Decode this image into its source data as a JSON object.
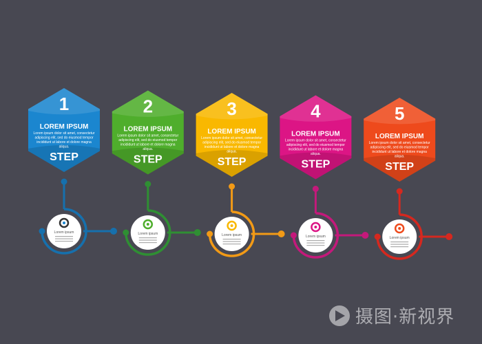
{
  "steps": [
    {
      "number": "1",
      "title": "LOREM IPSUM",
      "body": "Lorem ipsum dolor sit amet, consectetur adipiscing elit, sed do eiusmod tempor incididunt ut labore et dolore magna aliqua.",
      "step_label": "STEP",
      "icon": "gear-wrench-icon",
      "circle_title": "Lorem ipsum",
      "color": "#1b86cf",
      "ring_color": "#1670ad"
    },
    {
      "number": "2",
      "title": "LOREM IPSUM",
      "body": "Lorem ipsum dolor sit amet, consectetur adipiscing elit, sed do eiusmod tempor incididunt ut labore et dolore magna aliqua.",
      "step_label": "STEP",
      "icon": "chart-monitor-icon",
      "circle_title": "Lorem ipsum",
      "color": "#4fae2c",
      "ring_color": "#2f8f33"
    },
    {
      "number": "3",
      "title": "LOREM IPSUM",
      "body": "Lorem ipsum dolor sit amet, consectetur adipiscing elit, sed do eiusmod tempor incididunt ut labore et dolore magna aliqua.",
      "step_label": "STEP",
      "icon": "lightbulb-icon",
      "circle_title": "Lorem ipsum",
      "color": "#f9b800",
      "ring_color": "#f29a16"
    },
    {
      "number": "4",
      "title": "LOREM IPSUM",
      "body": "Lorem ipsum dolor sit amet, consectetur adipiscing elit, sed do eiusmod tempor incididunt ut labore et dolore magna aliqua.",
      "step_label": "STEP",
      "icon": "target-icon",
      "circle_title": "Lorem ipsum",
      "color": "#dc1585",
      "ring_color": "#c4197b"
    },
    {
      "number": "5",
      "title": "LOREM IPSUM",
      "body": "Lorem ipsum dolor sit amet, consectetur adipiscing elit, sed do eiusmod tempor incididunt ut labore et dolore magna aliqua.",
      "step_label": "STEP",
      "icon": "rocket-icon",
      "circle_title": "Lorem ipsum",
      "color": "#ee4a1c",
      "ring_color": "#d5281f"
    }
  ],
  "watermark": "摄图·新视界"
}
